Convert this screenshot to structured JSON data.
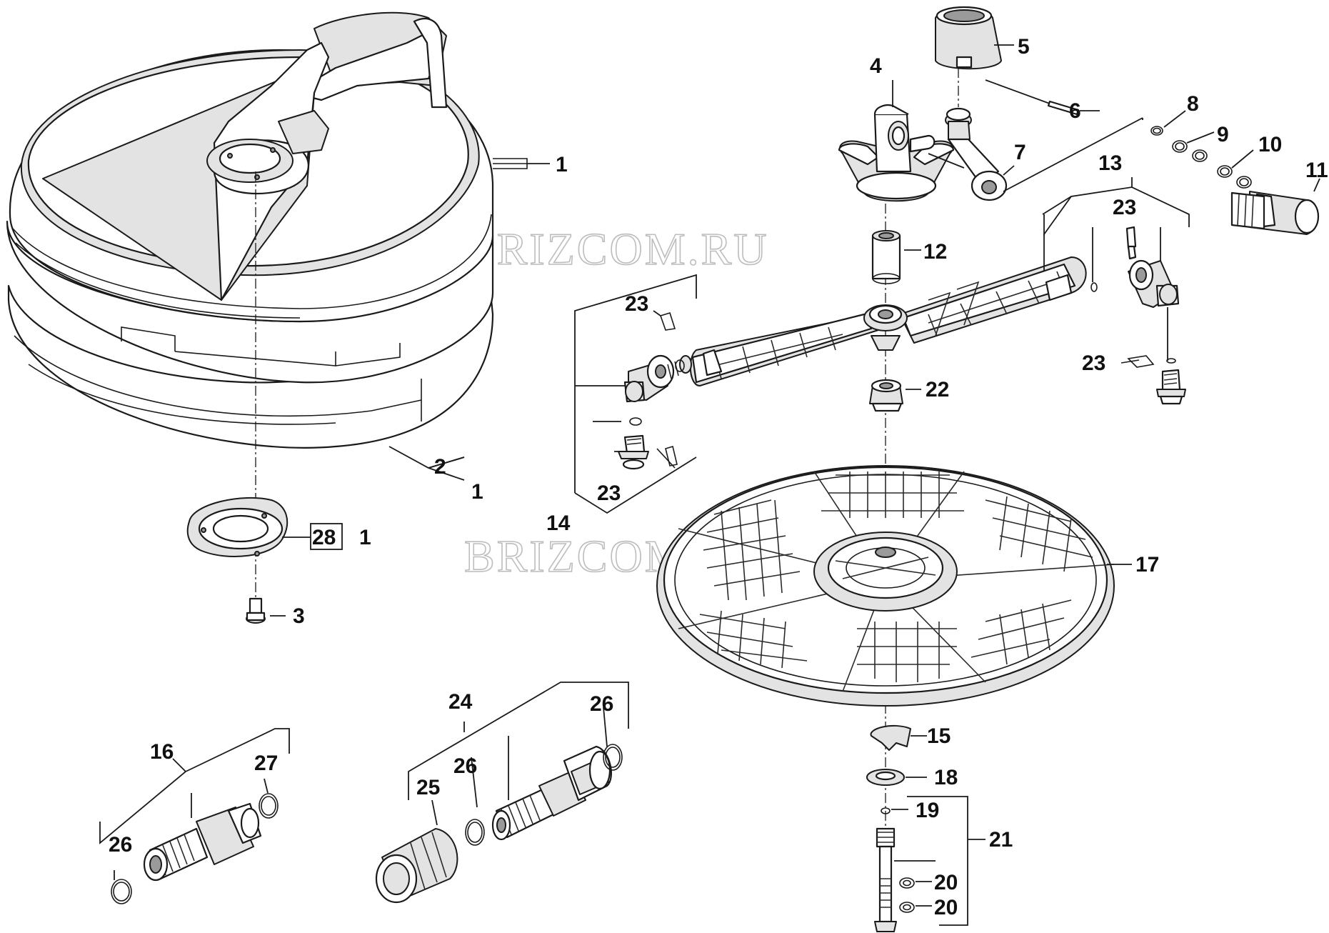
{
  "watermark": "BRIZCOM.RU",
  "callouts": {
    "c1_top": "1",
    "c2": "2",
    "c1_mid": "1",
    "c28": "28",
    "c1_28": "1",
    "c3": "3",
    "c4": "4",
    "c5": "5",
    "c6": "6",
    "c7": "7",
    "c8": "8",
    "c9": "9",
    "c10": "10",
    "c11": "11",
    "c12": "12",
    "c13": "13",
    "c14": "14",
    "c15": "15",
    "c16": "16",
    "c17": "17",
    "c18": "18",
    "c19": "19",
    "c20a": "20",
    "c20b": "20",
    "c21": "21",
    "c22": "22",
    "c23a": "23",
    "c23b": "23",
    "c23c": "23",
    "c23d": "23",
    "c24": "24",
    "c25": "25",
    "c26a": "26",
    "c26b": "26",
    "c26c": "26",
    "c27": "27"
  }
}
